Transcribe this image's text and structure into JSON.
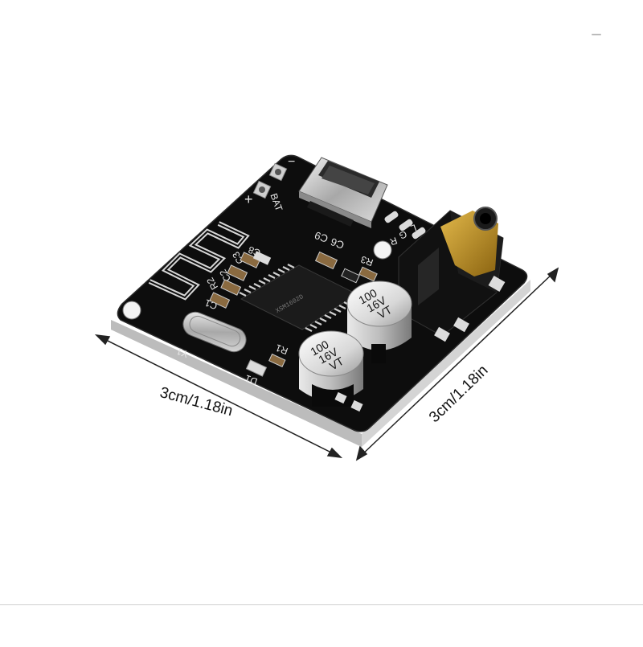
{
  "dimensions": {
    "width_label": "3cm/1.18in",
    "depth_label": "3cm/1.18in"
  },
  "board": {
    "power_label": "BAT",
    "plus_sign": "+",
    "minus_sign": "−",
    "jack_pins": [
      "R",
      "G",
      "L"
    ],
    "capacitor_labels": [
      "C6",
      "C9",
      "C8",
      "C3",
      "C2",
      "C1"
    ],
    "resistor_labels": [
      "R1",
      "R2",
      "R3"
    ],
    "led_label": "D1",
    "crystal_label": "Y1",
    "ic_marking": "XSM1602D",
    "capacitors": [
      {
        "value": "100",
        "voltage": "16V",
        "series": "VT"
      },
      {
        "value": "100",
        "voltage": "16V",
        "series": "VT"
      }
    ]
  },
  "colors": {
    "pcb": "#0c0c0c",
    "pcb_edge": "#2a2a2a",
    "silkscreen": "#e6e6e6",
    "metal": "#c9c9c9",
    "gold": "#b8860b",
    "capacitor_sleeve": "#0a0a0a"
  }
}
